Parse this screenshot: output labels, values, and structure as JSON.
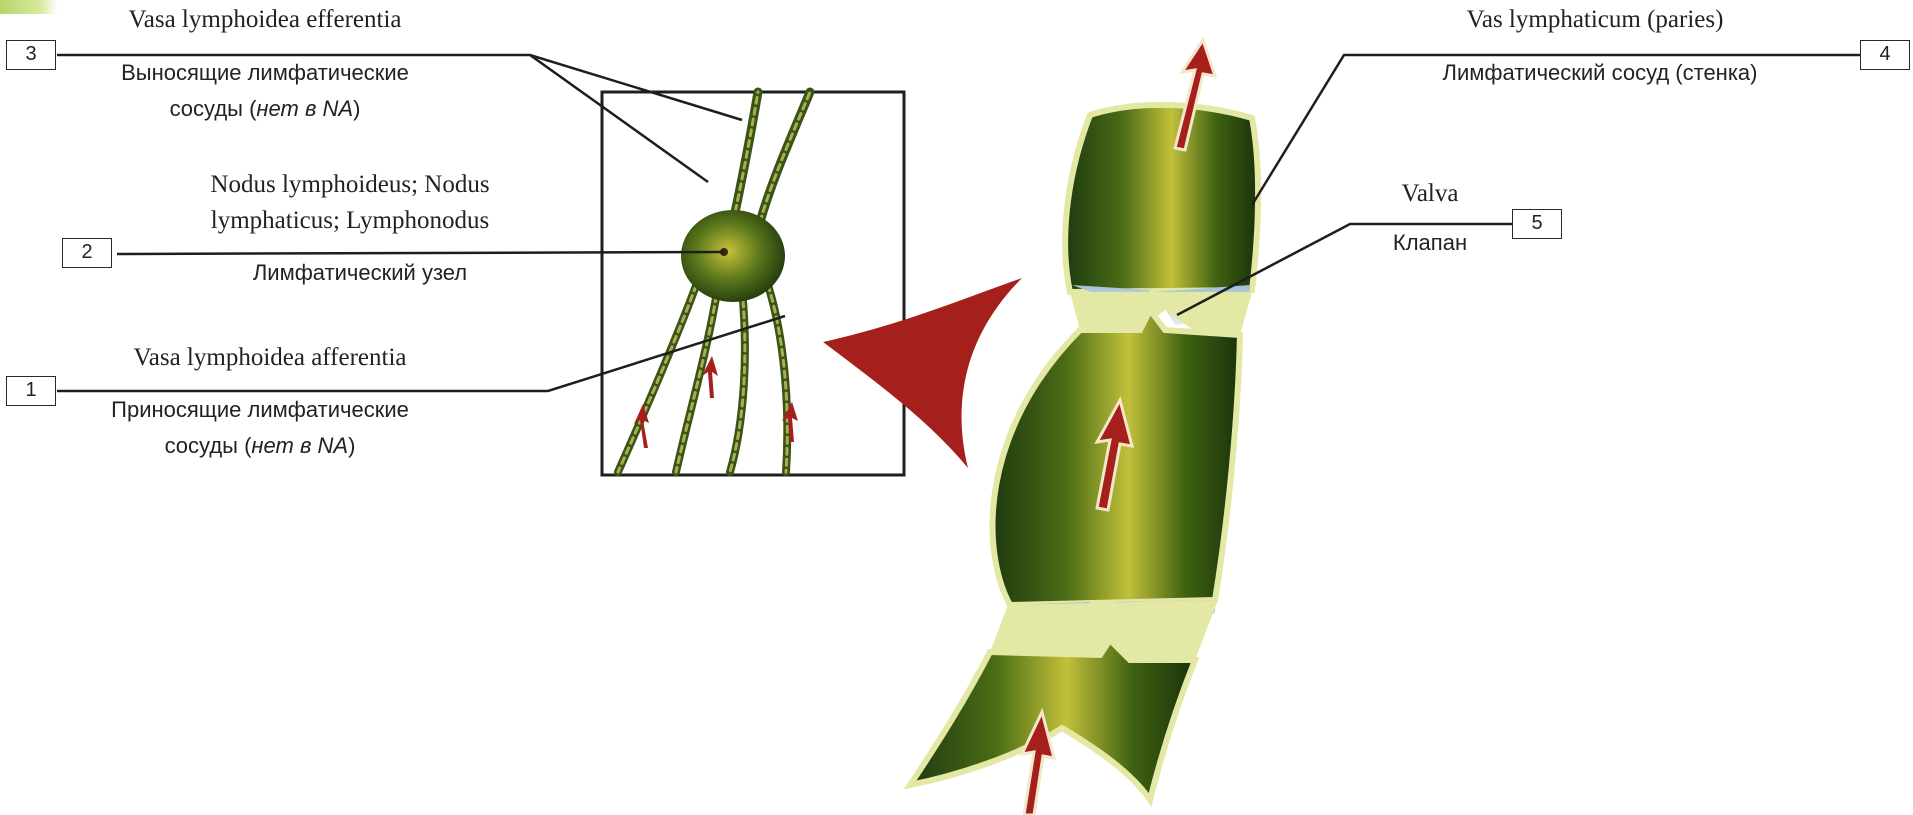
{
  "callouts": [
    {
      "number": "3",
      "latin": "Vasa lymphoidea efferentia",
      "russian_line1": "Выносящие лимфатические",
      "russian_line2_pre": "сосуды (",
      "russian_line2_italic": "нет в NA",
      "russian_line2_post": ")"
    },
    {
      "number": "2",
      "latin_line1": "Nodus lymphoideus; Nodus",
      "latin_line2": "lymphaticus; Lymphonodus",
      "russian": "Лимфатический узел"
    },
    {
      "number": "1",
      "latin": "Vasa lymphoidea afferentia",
      "russian_line1": "Приносящие лимфатические",
      "russian_line2_pre": "сосуды (",
      "russian_line2_italic": "нет в NA",
      "russian_line2_post": ")"
    },
    {
      "number": "4",
      "latin": "Vas lymphaticum (paries)",
      "russian": "Лимфатический сосуд (стенка)"
    },
    {
      "number": "5",
      "latin": "Valva",
      "russian": "Клапан"
    }
  ],
  "colors": {
    "vessel_dark": "#1f3a10",
    "vessel_mid": "#5e7d1c",
    "vessel_light": "#c9c43a",
    "wall": "#e6e8a8",
    "valve": "#c8dde8",
    "arrow": "#a51f1c",
    "line": "#1e1e1e"
  }
}
